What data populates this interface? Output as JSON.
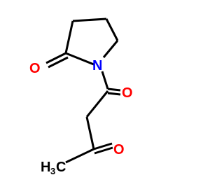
{
  "molecule": {
    "colors": {
      "bond": "#000000",
      "oxygen": "#ff0000",
      "nitrogen": "#0000ff",
      "carbon": "#000000"
    },
    "atoms": {
      "n1": "N",
      "o_lactam": "O",
      "o_amide": "O",
      "o_ketone": "O",
      "methyl": "H",
      "methyl_sub": "3",
      "methyl_c": "C"
    }
  }
}
